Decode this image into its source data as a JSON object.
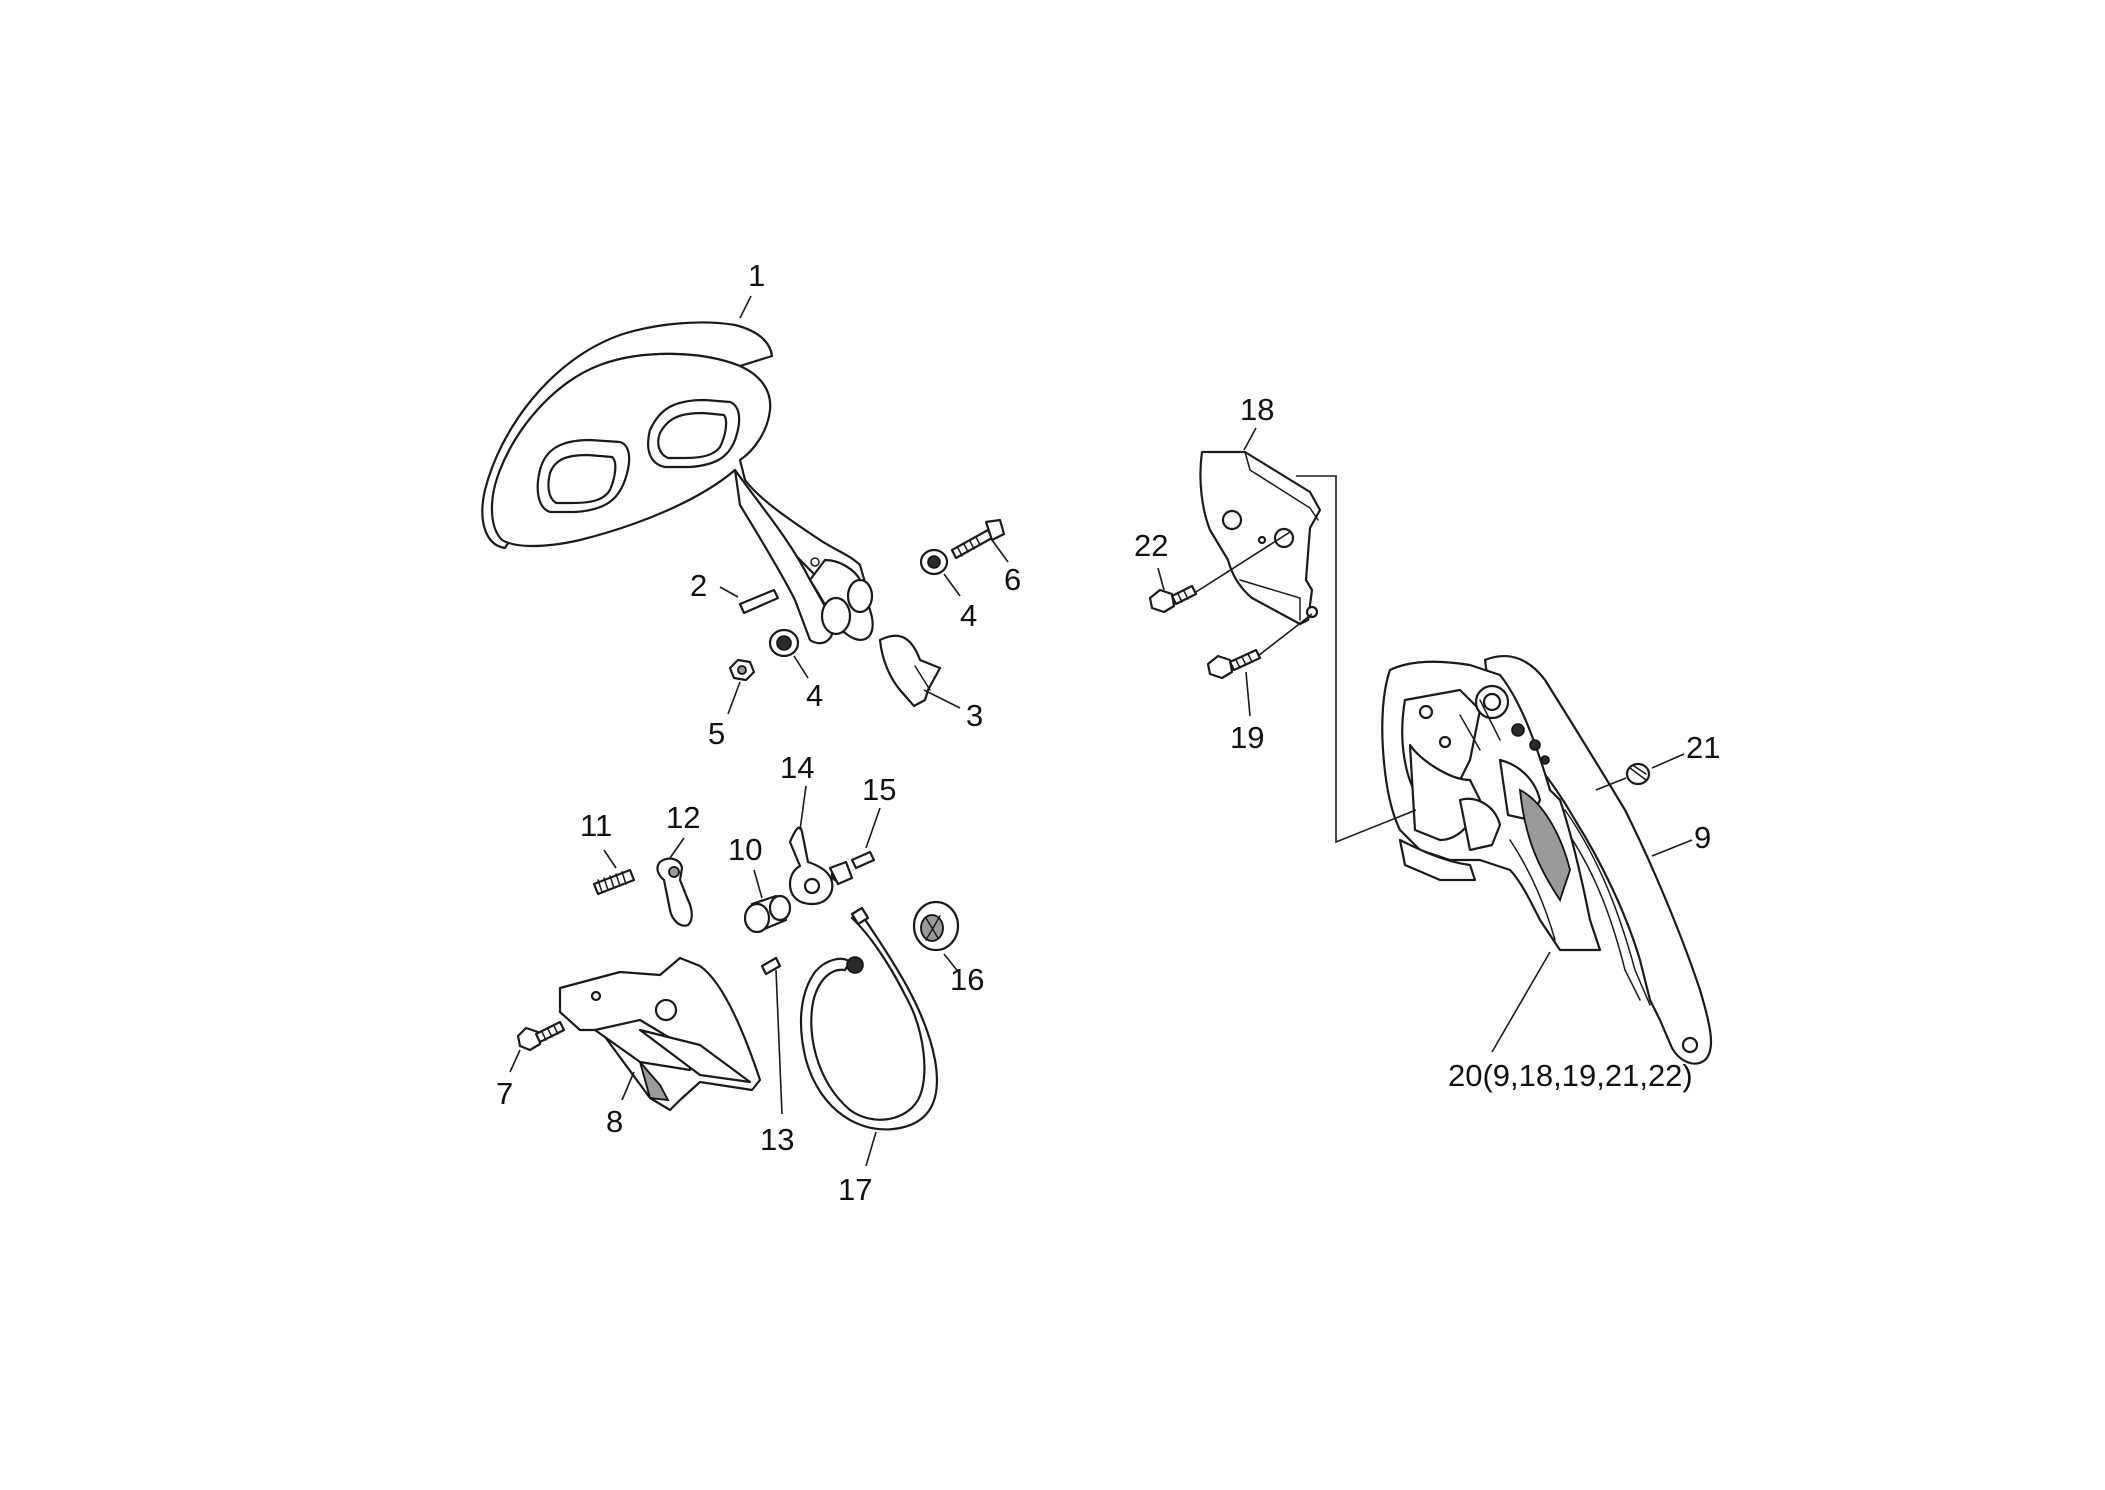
{
  "callouts": {
    "c1": "1",
    "c2": "2",
    "c3": "3",
    "c4a": "4",
    "c4b": "4",
    "c5": "5",
    "c6": "6",
    "c7": "7",
    "c8": "8",
    "c9": "9",
    "c10": "10",
    "c11": "11",
    "c12": "12",
    "c13": "13",
    "c14": "14",
    "c15": "15",
    "c16": "16",
    "c17": "17",
    "c18": "18",
    "c19": "19",
    "c20": "20(9,18,19,21,22)",
    "c21": "21",
    "c22": "22"
  }
}
